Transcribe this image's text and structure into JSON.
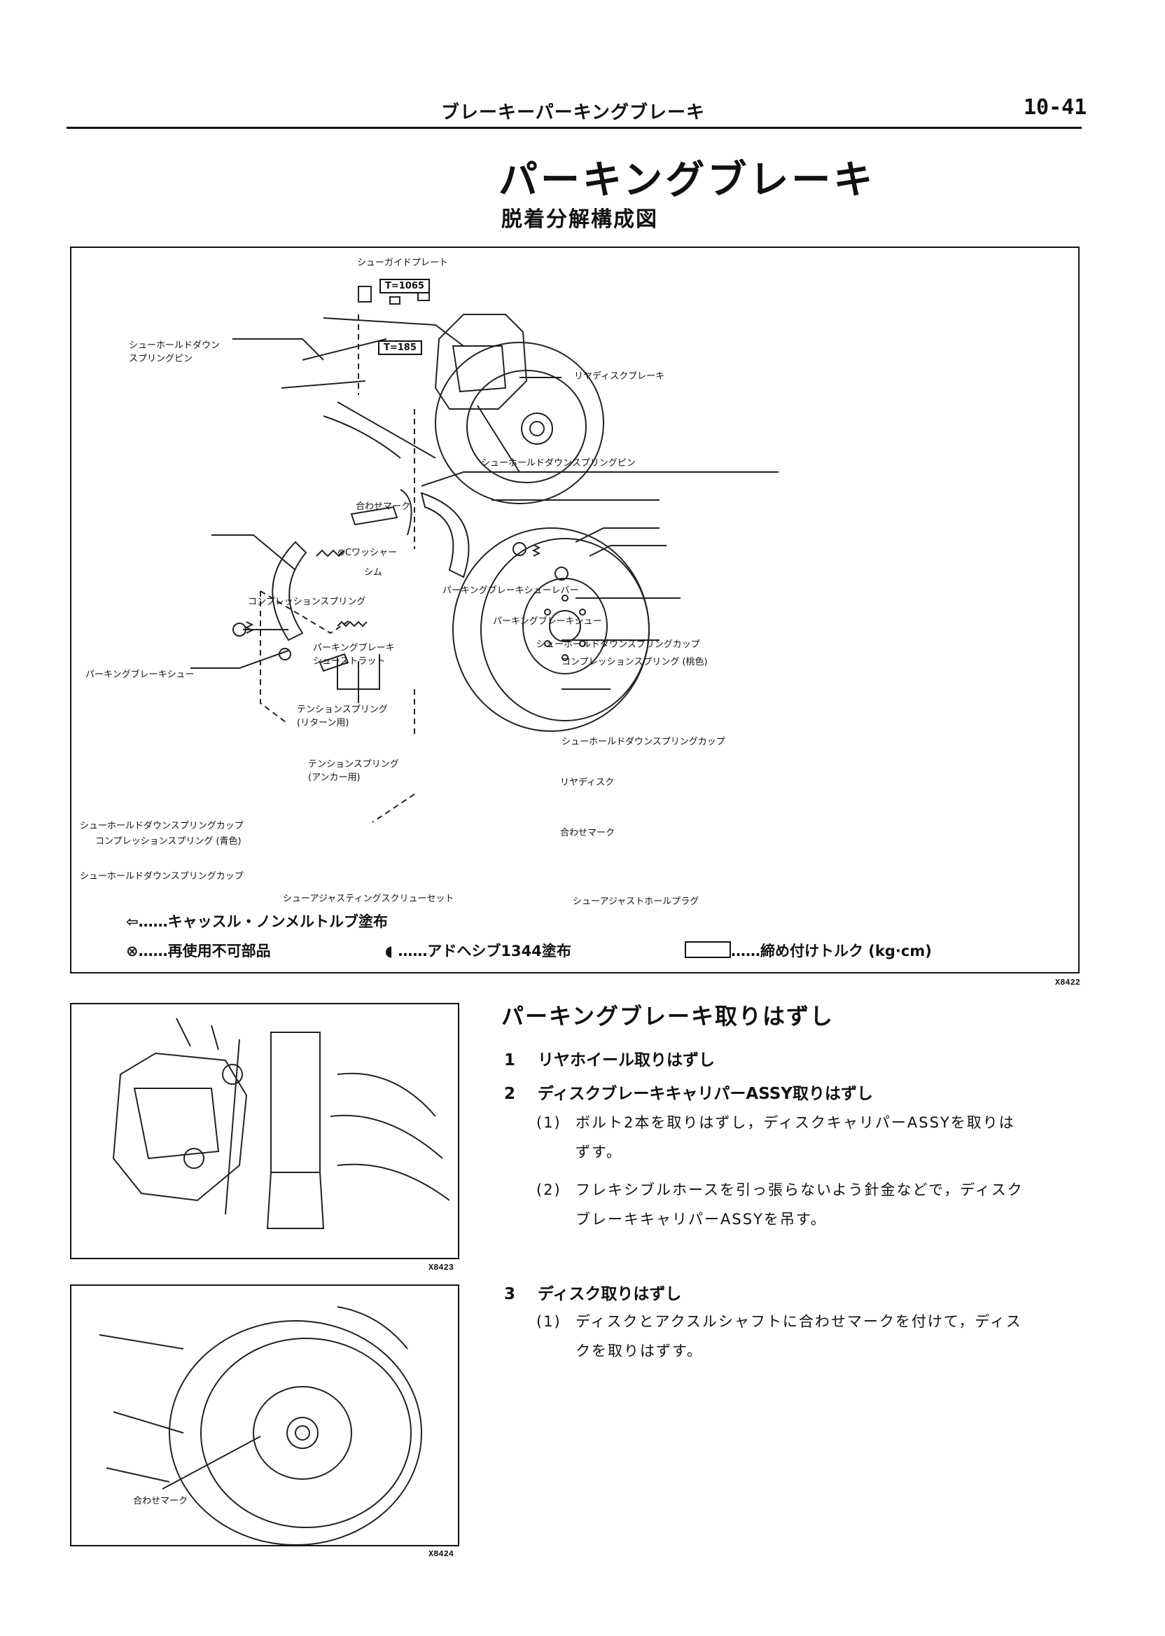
{
  "header": {
    "section_title": "ブレーキーパーキングブレーキ",
    "page_number": "10-41"
  },
  "title": "パーキングブレーキ",
  "subtitle": "脱着分解構成図",
  "diagram": {
    "figure_code": "X8422",
    "torque_values": [
      "T=1065",
      "T=185"
    ],
    "labels": {
      "shoe_guide_plate": "シューガイドプレート",
      "hold_down_pin_left": "シューホールドダウン\nスプリングピン",
      "rear_disc_brake": "リヤディスクブレーキ",
      "hold_down_pin_right": "シューホールドダウンスプリングピン",
      "match_mark_top": "合わせマーク",
      "c_washer": "Cワッシャー",
      "shim": "シム",
      "compression_spring": "コンプレッションスプリング",
      "shoe_lever": "パーキングブレーキシューレバー",
      "shoe_right": "パーキングブレーキシュー",
      "shoe_left": "パーキングブレーキシュー",
      "strut": "パーキングブレーキ\nシューストラット",
      "spring_cup_right": "シューホールドダウンスプリングカップ",
      "compression_spring_peach": "コンプレッションスプリング (桃色)",
      "tension_spring_return": "テンションスプリング\n(リターン用)",
      "spring_cup_right2": "シューホールドダウンスプリングカップ",
      "tension_spring_anchor": "テンションスプリング\n(アンカー用)",
      "rear_disc": "リヤディスク",
      "spring_cup_left": "シューホールドダウンスプリングカップ",
      "match_mark_disc": "合わせマーク",
      "compression_spring_blue": "コンプレッションスプリング (青色)",
      "spring_cup_left2": "シューホールドダウンスプリングカップ",
      "adjust_hole_plug": "シューアジャストホールプラグ",
      "adjusting_screw_set": "シューアジャスティングスクリューセット"
    },
    "legend": {
      "castle": "……キャッスル・ノンメルトルブ塗布",
      "non_reusable": "……再使用不可部品",
      "adhesive": "……アドヘシブ1344塗布",
      "torque": "……締め付けトルク (kg·cm)"
    }
  },
  "photos": [
    {
      "code": "X8423"
    },
    {
      "code": "X8424",
      "label": "合わせマーク"
    }
  ],
  "procedure": {
    "heading": "パーキングブレーキ取りはずし",
    "steps": [
      {
        "num": "1",
        "text": "リヤホイール取りはずし"
      },
      {
        "num": "2",
        "text": "ディスクブレーキキャリパーASSY取りはずし"
      },
      {
        "num": "3",
        "text": "ディスク取りはずし"
      }
    ],
    "step2_subs": [
      {
        "num": "(1)",
        "lines": [
          "ボルト2本を取りはずし，ディスクキャリパーASSYを取りは",
          "ずす。"
        ]
      },
      {
        "num": "(2)",
        "lines": [
          "フレキシブルホースを引っ張らないよう針金などで，ディスク",
          "ブレーキキャリパーASSYを吊す。"
        ]
      }
    ],
    "step3_subs": [
      {
        "num": "(1)",
        "lines": [
          "ディスクとアクスルシャフトに合わせマークを付けて，ディス",
          "クを取りはずす。"
        ]
      }
    ]
  }
}
